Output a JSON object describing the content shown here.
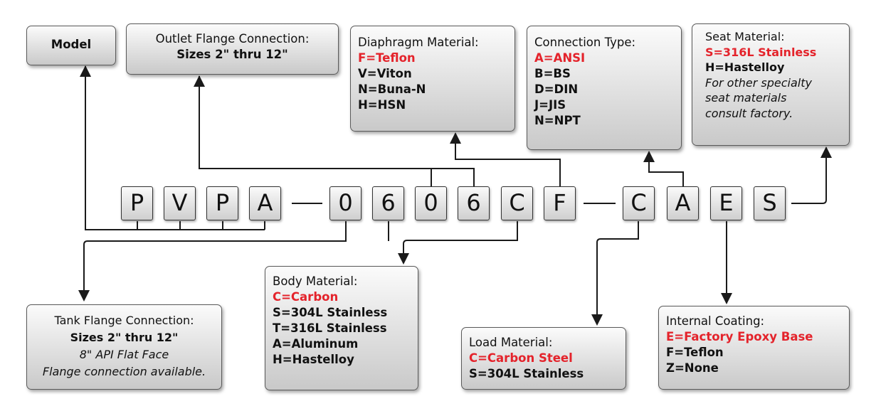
{
  "code": [
    "P",
    "V",
    "P",
    "A",
    "0",
    "6",
    "0",
    "6",
    "C",
    "F",
    "C",
    "A",
    "E",
    "S"
  ],
  "boxes": {
    "model": {
      "title": "Model"
    },
    "outlet": {
      "title": "Outlet Flange Connection:",
      "line": "Sizes 2\" thru 12\""
    },
    "diaphragm": {
      "title": "Diaphragm Material:",
      "options": [
        "F=Teflon",
        "V=Viton",
        "N=Buna-N",
        "H=HSN"
      ]
    },
    "connection": {
      "title": "Connection Type:",
      "options": [
        "A=ANSI",
        "B=BS",
        "D=DIN",
        "J=JIS",
        "N=NPT"
      ]
    },
    "seat": {
      "title": "Seat Material:",
      "options": [
        "S=316L Stainless",
        "H=Hastelloy"
      ],
      "note": [
        "For other specialty",
        "seat materials",
        "consult factory."
      ]
    },
    "tank": {
      "title": "Tank Flange Connection:",
      "line": "Sizes 2\" thru 12\"",
      "note": [
        "8\" API Flat Face",
        "Flange connection available."
      ]
    },
    "body": {
      "title": "Body Material:",
      "options": [
        "C=Carbon",
        "S=304L Stainless",
        "T=316L Stainless",
        "A=Aluminum",
        "H=Hastelloy"
      ]
    },
    "load": {
      "title": "Load Material:",
      "options": [
        "C=Carbon Steel",
        "S=304L Stainless"
      ]
    },
    "coating": {
      "title": "Internal Coating:",
      "options": [
        "E=Factory Epoxy Base",
        "F=Teflon",
        "Z=None"
      ]
    }
  },
  "colors": {
    "highlight": "#e4232b",
    "line": "#1a1a1a",
    "box_border": "#5a5a5a"
  }
}
